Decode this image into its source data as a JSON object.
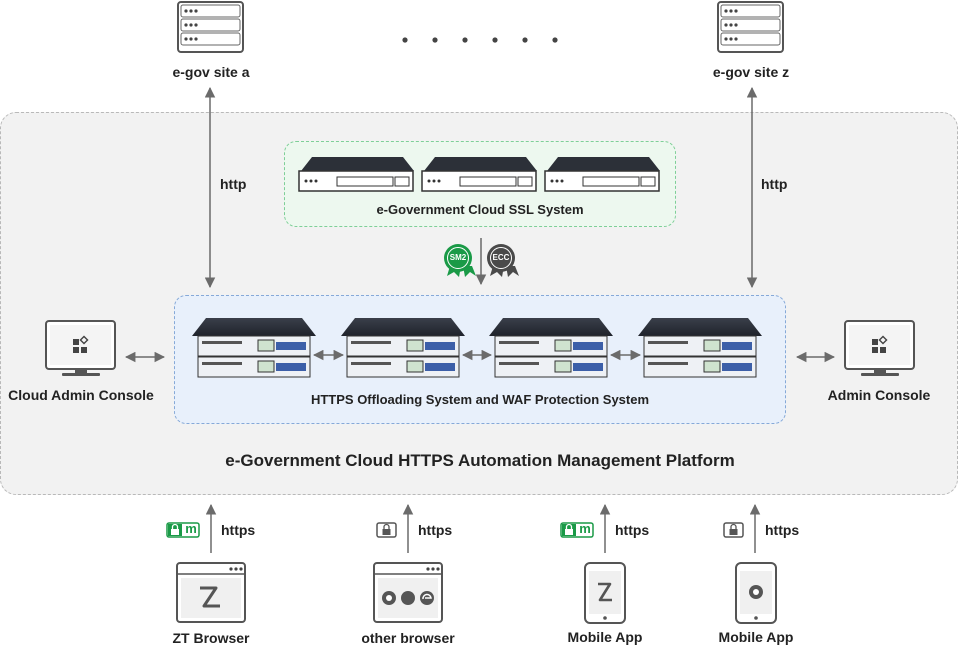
{
  "sites": {
    "site_a": "e-gov site a",
    "site_z": "e-gov site z"
  },
  "protocols": {
    "http_left": "http",
    "http_right": "http",
    "https_1": "https",
    "https_2": "https",
    "https_3": "https",
    "https_4": "https"
  },
  "ssl_system": {
    "label": "e-Government Cloud SSL System"
  },
  "badges": {
    "sm2": "SM2",
    "ecc": "ECC"
  },
  "https_system": {
    "label": "HTTPS Offloading System and WAF Protection System"
  },
  "consoles": {
    "left": "Cloud Admin Console",
    "right": "Admin Console"
  },
  "platform": {
    "label": "e-Government Cloud HTTPS Automation Management Platform"
  },
  "clients": [
    {
      "label": "ZT Browser",
      "lock_badge": "m"
    },
    {
      "label": "other browser",
      "lock_badge": ""
    },
    {
      "label": "Mobile App",
      "lock_badge": "m"
    },
    {
      "label": "Mobile App",
      "lock_badge": ""
    }
  ],
  "colors": {
    "green_accent": "#1a9a47",
    "blue_accent": "#2f5fa8",
    "arrow": "#6b6b6b"
  }
}
